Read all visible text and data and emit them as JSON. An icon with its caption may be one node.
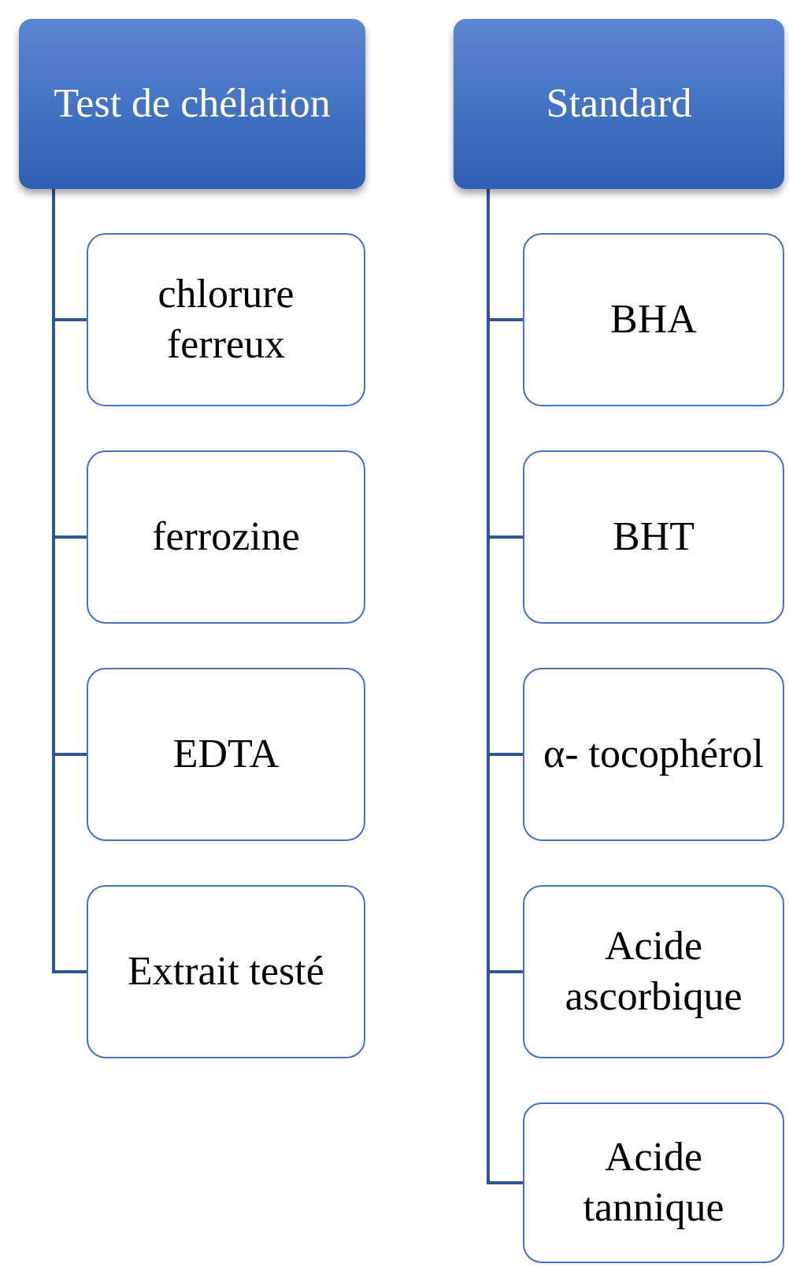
{
  "diagram": {
    "nodes": [
      {
        "text": [
          "Test de chélation"
        ]
      },
      {
        "text": [
          "chlorure ferreux"
        ]
      },
      {
        "text": [
          "ferrozine"
        ]
      },
      {
        "text": [
          "EDTA"
        ]
      },
      {
        "text": [
          "Extrait testé"
        ]
      },
      {
        "text": [
          "Standard"
        ]
      },
      {
        "text": [
          "BHA"
        ]
      },
      {
        "text": [
          "BHT"
        ]
      },
      {
        "text": [
          "α- tocophérol"
        ]
      },
      {
        "text": [
          "Acide ascorbique"
        ]
      },
      {
        "text": [
          "Acide tannique"
        ]
      }
    ],
    "edges": [
      {
        "from": 0,
        "to": 1,
        "arrow": "none"
      },
      {
        "from": 0,
        "to": 2,
        "arrow": "none"
      },
      {
        "from": 0,
        "to": 3,
        "arrow": "none"
      },
      {
        "from": 0,
        "to": 4,
        "arrow": "none"
      },
      {
        "from": 5,
        "to": 6,
        "arrow": "none"
      },
      {
        "from": 5,
        "to": 7,
        "arrow": "none"
      },
      {
        "from": 5,
        "to": 8,
        "arrow": "none"
      },
      {
        "from": 5,
        "to": 9,
        "arrow": "none"
      },
      {
        "from": 5,
        "to": 10,
        "arrow": "none"
      }
    ]
  }
}
